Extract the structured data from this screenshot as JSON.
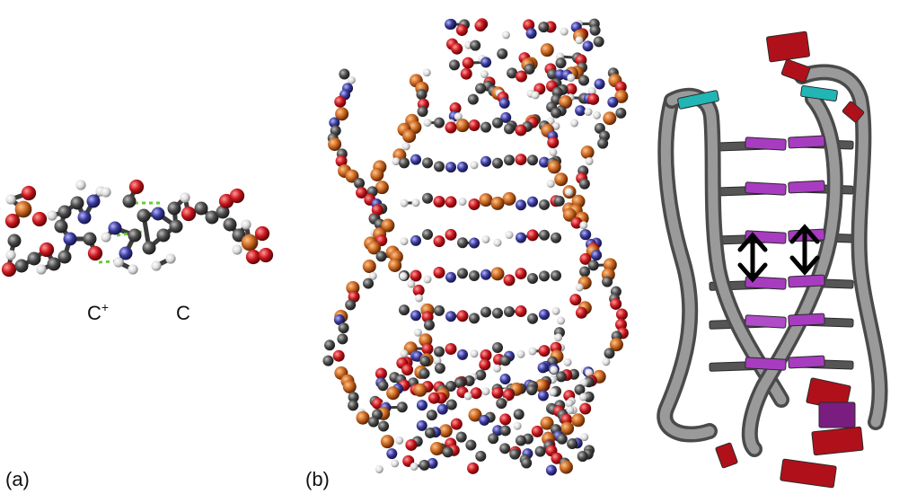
{
  "panel_a": {
    "label": "(a)",
    "base_left_label": "C",
    "base_left_superscript": "+",
    "base_right_label": "C"
  },
  "panel_b": {
    "label": "(b)"
  },
  "colors": {
    "carbon": "#4a4a4a",
    "oxygen": "#c8161d",
    "nitrogen": "#3a3a9a",
    "hydrogen": "#e8e8e8",
    "phosphorus": "#c8641e",
    "hydrogen_bond": "#66cc33",
    "backbone": "#7a7a7a",
    "cytosine_pair": "#a83cc0",
    "thymine": "#22b5b5",
    "adenine": "#b0101a",
    "arrow": "#000000"
  },
  "icons": {
    "distance_arrow": "double-headed-arrow-icon"
  }
}
